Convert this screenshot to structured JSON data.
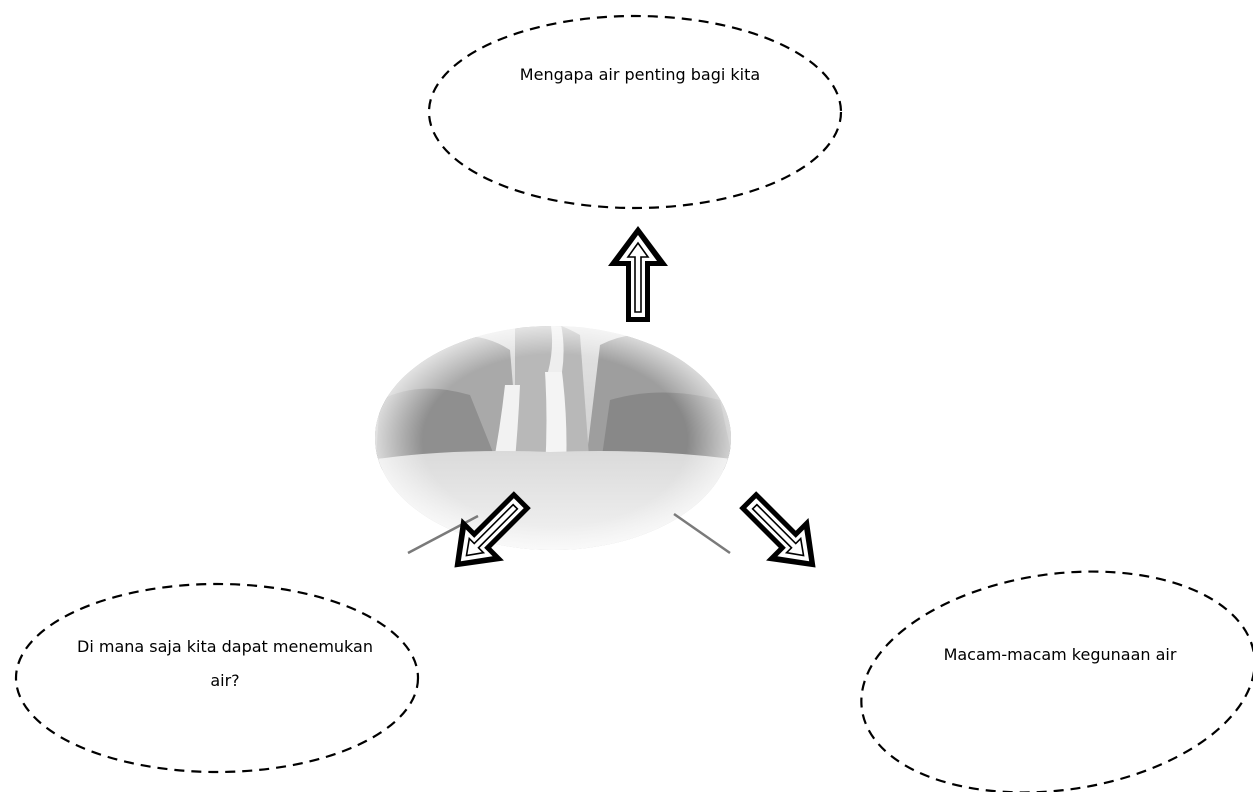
{
  "bubbles": {
    "top": "Mengapa air penting bagi kita",
    "left": "Di mana saja kita dapat menemukan air?",
    "right": "Macam-macam kegunaan air"
  },
  "central_image": {
    "subject": "waterfall-landscape",
    "tone": "grayscale"
  },
  "arrows": [
    {
      "from": "center-image",
      "to": "top-bubble",
      "direction": "up"
    },
    {
      "from": "center-image",
      "to": "left-bubble",
      "direction": "down-left"
    },
    {
      "from": "center-image",
      "to": "right-bubble",
      "direction": "down-right"
    }
  ],
  "colors": {
    "stroke": "#000000",
    "background": "#ffffff"
  }
}
